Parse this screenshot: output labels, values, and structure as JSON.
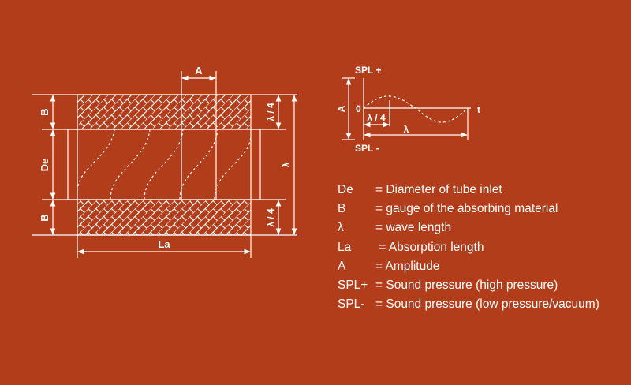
{
  "tube_diagram": {
    "labels": {
      "B_top": "B",
      "De": "De",
      "B_bottom": "B",
      "A": "A",
      "lambda_quarter_top": "λ / 4",
      "lambda_quarter_bottom": "λ / 4",
      "lambda": "λ",
      "La": "La"
    }
  },
  "wave_diagram": {
    "labels": {
      "spl_plus": "SPL +",
      "spl_minus": "SPL -",
      "zero": "0",
      "A": "A",
      "lambda_quarter": "λ / 4",
      "lambda": "λ",
      "t": "t"
    }
  },
  "legend": [
    {
      "key": "De",
      "value": "= Diameter of tube inlet"
    },
    {
      "key": "B",
      "value": "= gauge of the absorbing material"
    },
    {
      "key": "λ",
      "value": "= wave length"
    },
    {
      "key": "La",
      "value": " = Absorption length"
    },
    {
      "key": "A",
      "value": "= Amplitude"
    },
    {
      "key": "SPL+",
      "value": "= Sound pressure (high pressure)"
    },
    {
      "key": "SPL-",
      "value": "= Sound pressure (low pressure/vacuum)"
    }
  ],
  "colors": {
    "background": "#b23d1a",
    "line": "#ffffff"
  }
}
